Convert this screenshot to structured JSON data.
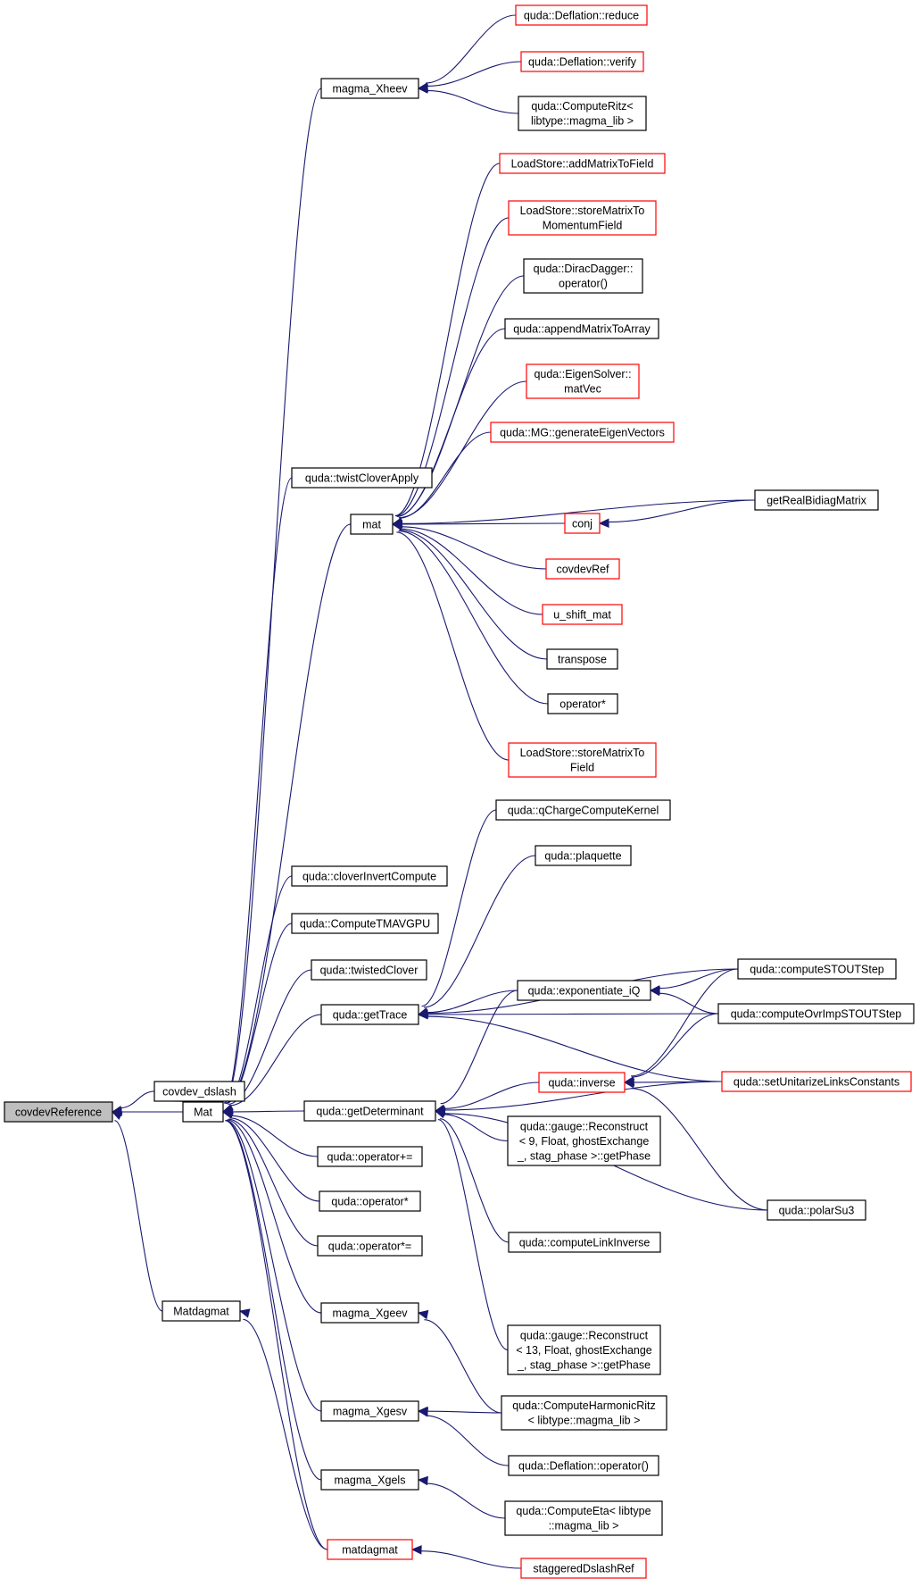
{
  "colors": {
    "edge": "#191970",
    "node_border_normal": "#000000",
    "node_border_truncated": "#ff0000",
    "root_fill": "#bfbfbf",
    "background": "#ffffff"
  },
  "nodes": [
    {
      "id": "covdevReference",
      "lines": [
        "covdevReference"
      ],
      "border": "root"
    },
    {
      "id": "covdev_dslash",
      "lines": [
        "covdev_dslash"
      ],
      "border": "black"
    },
    {
      "id": "Mat",
      "lines": [
        "Mat"
      ],
      "border": "black"
    },
    {
      "id": "Matdagmat",
      "lines": [
        "Matdagmat"
      ],
      "border": "black"
    },
    {
      "id": "magma_Xheev",
      "lines": [
        "magma_Xheev"
      ],
      "border": "black"
    },
    {
      "id": "twistCloverApply",
      "lines": [
        "quda::twistCloverApply"
      ],
      "border": "black"
    },
    {
      "id": "mat",
      "lines": [
        "mat"
      ],
      "border": "black"
    },
    {
      "id": "cloverInvertCompute",
      "lines": [
        "quda::cloverInvertCompute"
      ],
      "border": "black"
    },
    {
      "id": "ComputeTMAVGPU",
      "lines": [
        "quda::ComputeTMAVGPU"
      ],
      "border": "black"
    },
    {
      "id": "twistedClover",
      "lines": [
        "quda::twistedClover"
      ],
      "border": "black"
    },
    {
      "id": "getTrace",
      "lines": [
        "quda::getTrace"
      ],
      "border": "black"
    },
    {
      "id": "getDeterminant",
      "lines": [
        "quda::getDeterminant"
      ],
      "border": "black"
    },
    {
      "id": "operatorPlusEq",
      "lines": [
        "quda::operator+="
      ],
      "border": "black"
    },
    {
      "id": "operatorStar1",
      "lines": [
        "quda::operator*"
      ],
      "border": "black"
    },
    {
      "id": "operatorStarEq",
      "lines": [
        "quda::operator*="
      ],
      "border": "black"
    },
    {
      "id": "magma_Xgeev",
      "lines": [
        "magma_Xgeev"
      ],
      "border": "black"
    },
    {
      "id": "magma_Xgesv",
      "lines": [
        "magma_Xgesv"
      ],
      "border": "black"
    },
    {
      "id": "magma_Xgels",
      "lines": [
        "magma_Xgels"
      ],
      "border": "black"
    },
    {
      "id": "matdagmat",
      "lines": [
        "matdagmat"
      ],
      "border": "red"
    },
    {
      "id": "DeflationReduce",
      "lines": [
        "quda::Deflation::reduce"
      ],
      "border": "red"
    },
    {
      "id": "DeflationVerify",
      "lines": [
        "quda::Deflation::verify"
      ],
      "border": "red"
    },
    {
      "id": "ComputeRitz",
      "lines": [
        "quda::ComputeRitz<",
        "libtype::magma_lib >"
      ],
      "border": "black"
    },
    {
      "id": "addMatrixToField",
      "lines": [
        "LoadStore::addMatrixToField"
      ],
      "border": "red"
    },
    {
      "id": "storeMatrixToMomentumField",
      "lines": [
        "LoadStore::storeMatrixTo",
        "MomentumField"
      ],
      "border": "red"
    },
    {
      "id": "DiracDagger",
      "lines": [
        "quda::DiracDagger::",
        "operator()"
      ],
      "border": "black"
    },
    {
      "id": "appendMatrixToArray",
      "lines": [
        "quda::appendMatrixToArray"
      ],
      "border": "black"
    },
    {
      "id": "EigenSolverMatVec",
      "lines": [
        "quda::EigenSolver::",
        "matVec"
      ],
      "border": "red"
    },
    {
      "id": "MGgenerateEigenVectors",
      "lines": [
        "quda::MG::generateEigenVectors"
      ],
      "border": "red"
    },
    {
      "id": "conj",
      "lines": [
        "conj"
      ],
      "border": "red"
    },
    {
      "id": "getRealBidiagMatrix",
      "lines": [
        "getRealBidiagMatrix"
      ],
      "border": "black"
    },
    {
      "id": "covdevRef",
      "lines": [
        "covdevRef"
      ],
      "border": "red"
    },
    {
      "id": "u_shift_mat",
      "lines": [
        "u_shift_mat"
      ],
      "border": "red"
    },
    {
      "id": "transpose",
      "lines": [
        "transpose"
      ],
      "border": "black"
    },
    {
      "id": "operatorStar2",
      "lines": [
        "operator*"
      ],
      "border": "black"
    },
    {
      "id": "storeMatrixToField",
      "lines": [
        "LoadStore::storeMatrixTo",
        "Field"
      ],
      "border": "red"
    },
    {
      "id": "qChargeComputeKernel",
      "lines": [
        "quda::qChargeComputeKernel"
      ],
      "border": "black"
    },
    {
      "id": "plaquette",
      "lines": [
        "quda::plaquette"
      ],
      "border": "black"
    },
    {
      "id": "exponentiate_iQ",
      "lines": [
        "quda::exponentiate_iQ"
      ],
      "border": "black"
    },
    {
      "id": "computeSTOUTStep",
      "lines": [
        "quda::computeSTOUTStep"
      ],
      "border": "black"
    },
    {
      "id": "computeOvrImpSTOUTStep",
      "lines": [
        "quda::computeOvrImpSTOUTStep"
      ],
      "border": "black"
    },
    {
      "id": "inverse",
      "lines": [
        "quda::inverse"
      ],
      "border": "red"
    },
    {
      "id": "setUnitarizeLinksConstants",
      "lines": [
        "quda::setUnitarizeLinksConstants"
      ],
      "border": "red"
    },
    {
      "id": "Reconstruct9",
      "lines": [
        "quda::gauge::Reconstruct",
        "< 9, Float, ghostExchange",
        "_, stag_phase >::getPhase"
      ],
      "border": "black"
    },
    {
      "id": "polarSu3",
      "lines": [
        "quda::polarSu3"
      ],
      "border": "black"
    },
    {
      "id": "computeLinkInverse",
      "lines": [
        "quda::computeLinkInverse"
      ],
      "border": "black"
    },
    {
      "id": "Reconstruct13",
      "lines": [
        "quda::gauge::Reconstruct",
        "< 13, Float, ghostExchange",
        "_, stag_phase >::getPhase"
      ],
      "border": "black"
    },
    {
      "id": "ComputeHarmonicRitz",
      "lines": [
        "quda::ComputeHarmonicRitz",
        "< libtype::magma_lib >"
      ],
      "border": "black"
    },
    {
      "id": "DeflationOperator",
      "lines": [
        "quda::Deflation::operator()"
      ],
      "border": "black"
    },
    {
      "id": "ComputeEta",
      "lines": [
        "quda::ComputeEta< libtype",
        "::magma_lib >"
      ],
      "border": "black"
    },
    {
      "id": "staggeredDslashRef",
      "lines": [
        "staggeredDslashRef"
      ],
      "border": "red"
    }
  ],
  "edges": [
    [
      "covdevReference",
      "covdev_dslash"
    ],
    [
      "covdevReference",
      "Mat"
    ],
    [
      "covdevReference",
      "Matdagmat"
    ],
    [
      "Mat",
      "covdev_dslash"
    ],
    [
      "Mat",
      "magma_Xheev"
    ],
    [
      "Mat",
      "twistCloverApply"
    ],
    [
      "Mat",
      "mat"
    ],
    [
      "Mat",
      "cloverInvertCompute"
    ],
    [
      "Mat",
      "ComputeTMAVGPU"
    ],
    [
      "Mat",
      "twistedClover"
    ],
    [
      "Mat",
      "getTrace"
    ],
    [
      "Mat",
      "getDeterminant"
    ],
    [
      "Mat",
      "operatorPlusEq"
    ],
    [
      "Mat",
      "operatorStar1"
    ],
    [
      "Mat",
      "operatorStarEq"
    ],
    [
      "Mat",
      "magma_Xgeev"
    ],
    [
      "Mat",
      "magma_Xgesv"
    ],
    [
      "Mat",
      "magma_Xgels"
    ],
    [
      "Mat",
      "matdagmat"
    ],
    [
      "Matdagmat",
      "matdagmat"
    ],
    [
      "magma_Xheev",
      "DeflationReduce"
    ],
    [
      "magma_Xheev",
      "DeflationVerify"
    ],
    [
      "magma_Xheev",
      "ComputeRitz"
    ],
    [
      "mat",
      "addMatrixToField"
    ],
    [
      "mat",
      "storeMatrixToMomentumField"
    ],
    [
      "mat",
      "DiracDagger"
    ],
    [
      "mat",
      "appendMatrixToArray"
    ],
    [
      "mat",
      "EigenSolverMatVec"
    ],
    [
      "mat",
      "MGgenerateEigenVectors"
    ],
    [
      "mat",
      "getRealBidiagMatrix"
    ],
    [
      "mat",
      "conj"
    ],
    [
      "mat",
      "covdevRef"
    ],
    [
      "mat",
      "u_shift_mat"
    ],
    [
      "mat",
      "transpose"
    ],
    [
      "mat",
      "operatorStar2"
    ],
    [
      "mat",
      "storeMatrixToField"
    ],
    [
      "conj",
      "getRealBidiagMatrix"
    ],
    [
      "getTrace",
      "qChargeComputeKernel"
    ],
    [
      "getTrace",
      "plaquette"
    ],
    [
      "getTrace",
      "computeSTOUTStep"
    ],
    [
      "getTrace",
      "computeOvrImpSTOUTStep"
    ],
    [
      "getTrace",
      "exponentiate_iQ"
    ],
    [
      "getTrace",
      "setUnitarizeLinksConstants"
    ],
    [
      "exponentiate_iQ",
      "computeSTOUTStep"
    ],
    [
      "exponentiate_iQ",
      "computeOvrImpSTOUTStep"
    ],
    [
      "getDeterminant",
      "exponentiate_iQ"
    ],
    [
      "getDeterminant",
      "inverse"
    ],
    [
      "getDeterminant",
      "Reconstruct9"
    ],
    [
      "getDeterminant",
      "setUnitarizeLinksConstants"
    ],
    [
      "getDeterminant",
      "computeLinkInverse"
    ],
    [
      "getDeterminant",
      "polarSu3"
    ],
    [
      "getDeterminant",
      "Reconstruct13"
    ],
    [
      "inverse",
      "computeSTOUTStep"
    ],
    [
      "inverse",
      "computeOvrImpSTOUTStep"
    ],
    [
      "inverse",
      "setUnitarizeLinksConstants"
    ],
    [
      "inverse",
      "polarSu3"
    ],
    [
      "magma_Xgeev",
      "ComputeHarmonicRitz"
    ],
    [
      "magma_Xgesv",
      "ComputeHarmonicRitz"
    ],
    [
      "magma_Xgesv",
      "DeflationOperator"
    ],
    [
      "magma_Xgels",
      "ComputeEta"
    ],
    [
      "matdagmat",
      "staggeredDslashRef"
    ]
  ]
}
